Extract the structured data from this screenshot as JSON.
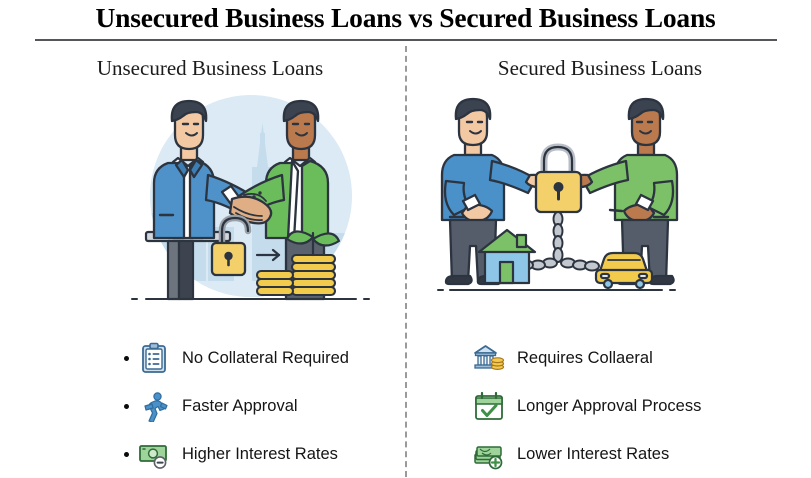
{
  "title": "Unsecured Business Loans vs Secured Business Loans",
  "columns": {
    "left": {
      "header": "Unsecured Business Loans",
      "illustration": {
        "name": "handshake-unlocked-loan-illustration",
        "description": "Two business people shaking hands over a desk with a city skyline, an open padlock, an arrow, stacks of gold coins and a growing plant",
        "colors": {
          "backdrop_circle": "#dbeaf4",
          "skyline": "#c6dcea",
          "suit_blue": "#4e92c9",
          "sweater_green": "#6bbd5b",
          "padlock_yellow": "#f3d06a",
          "coin_gold": "#f2ca4c",
          "skin_light": "#f3c9a4",
          "skin_dark": "#bb7a4e",
          "hair_dark": "#3b4250",
          "outline": "#2c3440"
        }
      },
      "bullets": [
        {
          "icon": "clipboard-list-icon",
          "label": "No Collateral Required",
          "bullet": true
        },
        {
          "icon": "running-person-icon",
          "label": "Faster Approval",
          "bullet": true
        },
        {
          "icon": "banknote-minus-icon",
          "label": "Higher Interest Rates",
          "bullet": true
        }
      ]
    },
    "right": {
      "header": "Secured Business Loans",
      "illustration": {
        "name": "chained-collateral-lock-illustration",
        "description": "Two people pointing at a closed padlock chained to a house and a car",
        "colors": {
          "sweater_blue": "#4a90c9",
          "sweater_green": "#7cc067",
          "padlock_yellow": "#f3d06a",
          "shackle_gray": "#b9bec6",
          "chain_gray": "#b9bec6",
          "house_body": "#8ec6e8",
          "house_roof": "#7cc067",
          "car_yellow": "#f2ca4c",
          "pants_gray": "#555d6b",
          "skin_light": "#f3c9a4",
          "skin_dark": "#bb7a4e",
          "hair_dark": "#3b4250",
          "outline": "#2c3440"
        }
      },
      "bullets": [
        {
          "icon": "bank-coins-icon",
          "label": "Requires Collaeral",
          "bullet": false
        },
        {
          "icon": "calendar-check-icon",
          "label": "Longer Approval Process",
          "bullet": false
        },
        {
          "icon": "money-stack-plus-icon",
          "label": "Lower Interest Rates",
          "bullet": false
        }
      ]
    }
  },
  "divider": {
    "style": "dashed-vertical",
    "color": "#9a9a9a"
  },
  "title_rule": {
    "color": "#55565a"
  },
  "background": "#ffffff"
}
